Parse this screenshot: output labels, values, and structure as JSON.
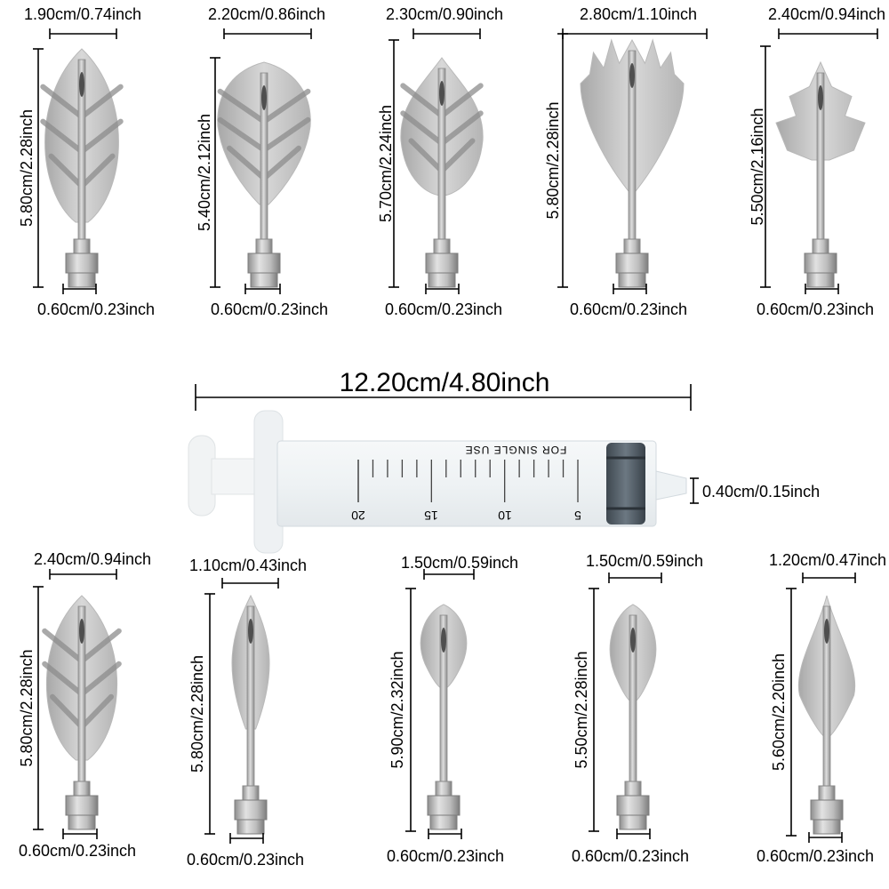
{
  "title": "",
  "tips": [
    {
      "width_label": "1.90cm/0.74inch",
      "height_label": "5.80cm/2.28inch",
      "base_label": "0.60cm/0.23inch",
      "shape": "leaf-wide"
    },
    {
      "width_label": "2.20cm/0.86inch",
      "height_label": "5.40cm/2.12inch",
      "base_label": "0.60cm/0.23inch",
      "shape": "leaf-rhombus"
    },
    {
      "width_label": "2.30cm/0.90inch",
      "height_label": "5.70cm/2.24inch",
      "base_label": "0.60cm/0.23inch",
      "shape": "leaf-round"
    },
    {
      "width_label": "2.80cm/1.10inch",
      "height_label": "5.80cm/2.28inch",
      "base_label": "0.60cm/0.23inch",
      "shape": "spiky-fan"
    },
    {
      "width_label": "2.40cm/0.94inch",
      "height_label": "5.50cm/2.16inch",
      "base_label": "0.60cm/0.23inch",
      "shape": "maple-crown"
    },
    {
      "width_label": "2.40cm/0.94inch",
      "height_label": "5.80cm/2.28inch",
      "base_label": "0.60cm/0.23inch",
      "shape": "leaf-wide"
    },
    {
      "width_label": "1.10cm/0.43inch",
      "height_label": "5.80cm/2.28inch",
      "base_label": "0.60cm/0.23inch",
      "shape": "leaf-narrow"
    },
    {
      "width_label": "1.50cm/0.59inch",
      "height_label": "5.90cm/2.32inch",
      "base_label": "0.60cm/0.23inch",
      "shape": "leaf-small"
    },
    {
      "width_label": "1.50cm/0.59inch",
      "height_label": "5.50cm/2.28inch",
      "base_label": "0.60cm/0.23inch",
      "shape": "leaf-small"
    },
    {
      "width_label": "1.20cm/0.47inch",
      "height_label": "5.60cm/2.20inch",
      "base_label": "0.60cm/0.23inch",
      "shape": "petal-pointed"
    }
  ],
  "syringe": {
    "length_label": "12.20cm/4.80inch",
    "nozzle_label": "0.40cm/0.15inch",
    "printed_text": "FOR SINGLE USE",
    "scale_numbers": [
      "20",
      "15",
      "10",
      "5"
    ]
  },
  "colors": {
    "metal_light": "#d6d6d6",
    "metal_mid": "#a9a9a9",
    "metal_dark": "#6e6e6e",
    "syringe_body": "#eef3f6",
    "plunger_seal": "#5b6670",
    "dimension_line": "#000000"
  }
}
